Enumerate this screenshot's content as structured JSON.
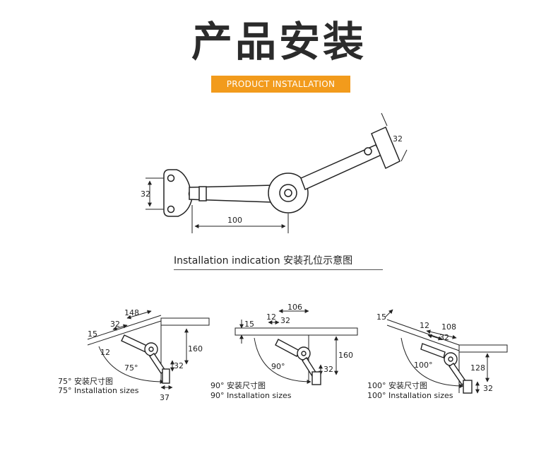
{
  "header": {
    "title": "产品安装",
    "banner": "PRODUCT INSTALLATION"
  },
  "top_diagram": {
    "dims": {
      "length": "100",
      "mount_height": "32",
      "end_height": "32"
    }
  },
  "indication": {
    "label": "Installation indication 安装孔位示意图"
  },
  "diagrams": [
    {
      "angle": "75°",
      "caption_cn": "75° 安装尺寸图",
      "caption_en": "75° Installation sizes",
      "dims": [
        "148",
        "32",
        "15",
        "12",
        "160",
        "32",
        "37"
      ]
    },
    {
      "angle": "90°",
      "caption_cn": "90° 安装尺寸图",
      "caption_en": "90° Installation sizes",
      "dims": [
        "106",
        "12",
        "32",
        "15",
        "160",
        "32"
      ]
    },
    {
      "angle": "100°",
      "caption_cn": "100° 安装尺寸图",
      "caption_en": "100° Installation sizes",
      "dims": [
        "15",
        "12",
        "108",
        "32",
        "128",
        "32"
      ]
    }
  ]
}
